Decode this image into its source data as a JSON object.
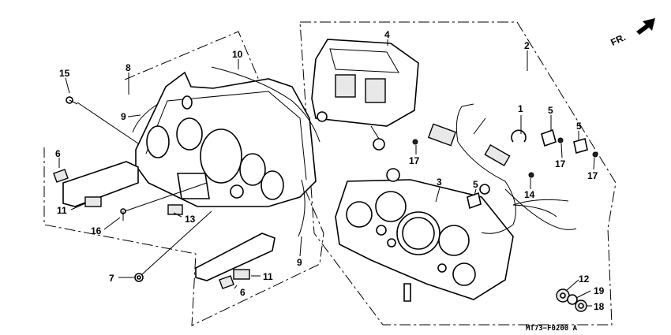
{
  "diagram": {
    "code": "MT73−F0200 A",
    "direction": "FR.",
    "callouts": {
      "c1": "1",
      "c2": "2",
      "c3": "3",
      "c4": "4",
      "c5a": "5",
      "c5b": "5",
      "c5c": "5",
      "c6a": "6",
      "c6b": "6",
      "c7": "7",
      "c8": "8",
      "c9a": "9",
      "c9b": "9",
      "c10": "10",
      "c11a": "11",
      "c11b": "11",
      "c12": "12",
      "c13": "13",
      "c14": "14",
      "c15": "15",
      "c16": "16",
      "c17a": "17",
      "c17b": "17",
      "c17c": "17",
      "c18": "18",
      "c19": "19"
    }
  }
}
